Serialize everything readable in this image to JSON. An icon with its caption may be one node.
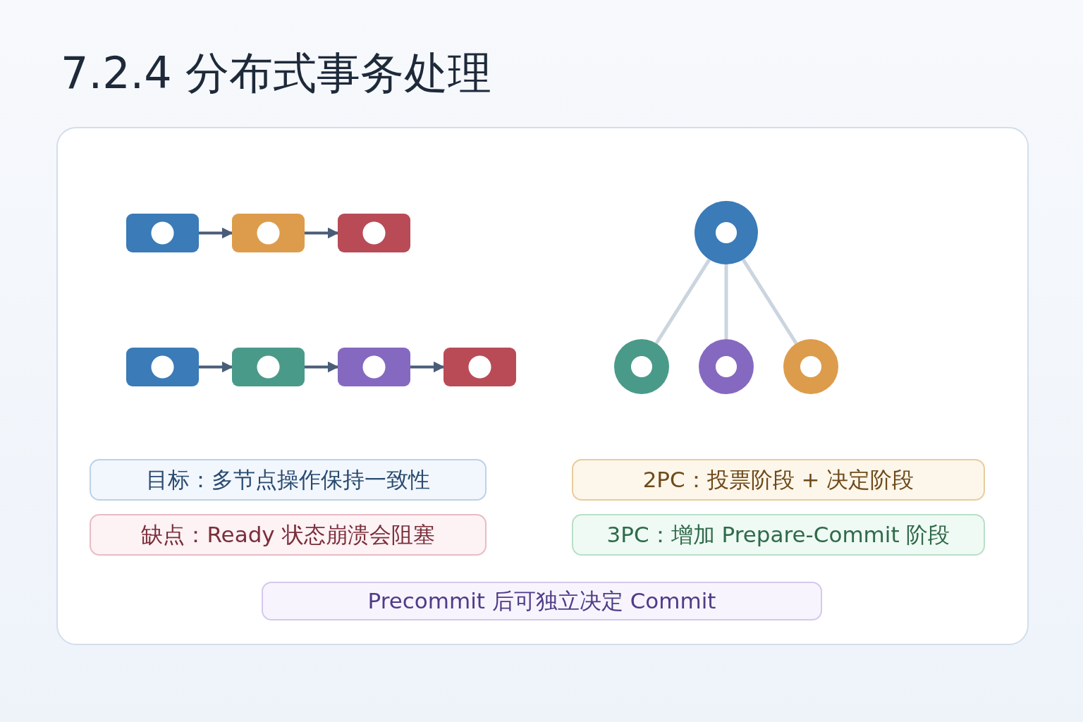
{
  "diagram": {
    "title": "7.2.4 分布式事务处理",
    "nodes": [
      {
        "text": [],
        "shape": "box"
      },
      {
        "text": [],
        "shape": "box"
      },
      {
        "text": [],
        "shape": "box"
      },
      {
        "text": [],
        "shape": "box"
      },
      {
        "text": [],
        "shape": "box"
      },
      {
        "text": [],
        "shape": "box"
      },
      {
        "text": [],
        "shape": "box"
      },
      {
        "text": [],
        "shape": "circle"
      },
      {
        "text": [],
        "shape": "circle"
      },
      {
        "text": [],
        "shape": "circle"
      },
      {
        "text": [],
        "shape": "circle"
      },
      {
        "text": [
          "目标：多节点操作保持一致性"
        ]
      },
      {
        "text": [
          "2PC：投票阶段 + 决定阶段"
        ]
      },
      {
        "text": [
          "缺点：Ready 状态崩溃会阻塞"
        ]
      },
      {
        "text": [
          "3PC：增加 Prepare-Commit 阶段"
        ]
      },
      {
        "text": [
          "Precommit 后可独立决定 Commit"
        ]
      }
    ],
    "edges": [
      {
        "from": 0,
        "to": 1,
        "arrow": "to"
      },
      {
        "from": 1,
        "to": 2,
        "arrow": "to"
      },
      {
        "from": 3,
        "to": 4,
        "arrow": "to"
      },
      {
        "from": 4,
        "to": 5,
        "arrow": "to"
      },
      {
        "from": 5,
        "to": 6,
        "arrow": "to"
      },
      {
        "from": 7,
        "to": 8,
        "arrow": "none",
        "color": "#cbd5df"
      },
      {
        "from": 7,
        "to": 9,
        "arrow": "none",
        "color": "#cbd5df"
      },
      {
        "from": 7,
        "to": 10,
        "arrow": "none",
        "color": "#cbd5df"
      }
    ]
  }
}
